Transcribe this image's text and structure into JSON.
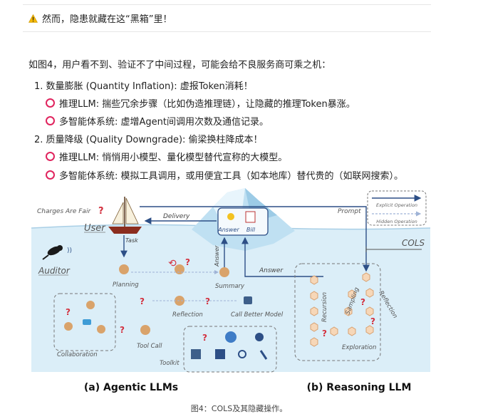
{
  "warning": {
    "icon": "warning-icon",
    "text": "然而，隐患就藏在这“黑箱”里！"
  },
  "intro": "如图4，用户看不到、验证不了中间过程，可能会给不良服务商可乘之机：",
  "list": [
    {
      "label": "1.  数量膨胀 (Quantity Inflation): 虚报Token消耗！",
      "subs": [
        "推理LLM: 揣些冗余步骤（比如伪造推理链），让隐藏的推理Token暴涨。",
        "多智能体系统: 虚增Agent间调用次数及通信记录。"
      ]
    },
    {
      "label": "2.  质量降级 (Quality Downgrade): 偷梁换柱降成本！",
      "subs": [
        "推理LLM: 悄悄用小模型、量化模型替代宣称的大模型。",
        "多智能体系统: 模拟工具调用，或用便宜工具（如本地库）替代贵的（如联网搜索）。"
      ]
    }
  ],
  "figure": {
    "charges": "Charges Are Fair",
    "q": "?",
    "user": "User",
    "delivery": "Delivery",
    "task": "Task",
    "answer": "Answer",
    "bill": "Bill",
    "prompt": "Prompt",
    "explicit": "Explicit Operation",
    "hidden": "Hidden Operation",
    "cols": "COLS",
    "auditor": "Auditor",
    "planning": "Planning",
    "summary": "Summary",
    "reflection": "Reflection",
    "call_better": "Call Better Model",
    "collaboration": "Collaboration",
    "tool_call": "Tool Call",
    "toolkit": "Toolkit",
    "recursion": "Recursion",
    "sampling": "Sampling",
    "reflection_r": "Reflection",
    "exploration": "Exploration",
    "label_a": "(a) Agentic LLMs",
    "label_b": "(b) Reasoning LLM"
  },
  "caption": "图4：COLS及其隐藏操作。"
}
